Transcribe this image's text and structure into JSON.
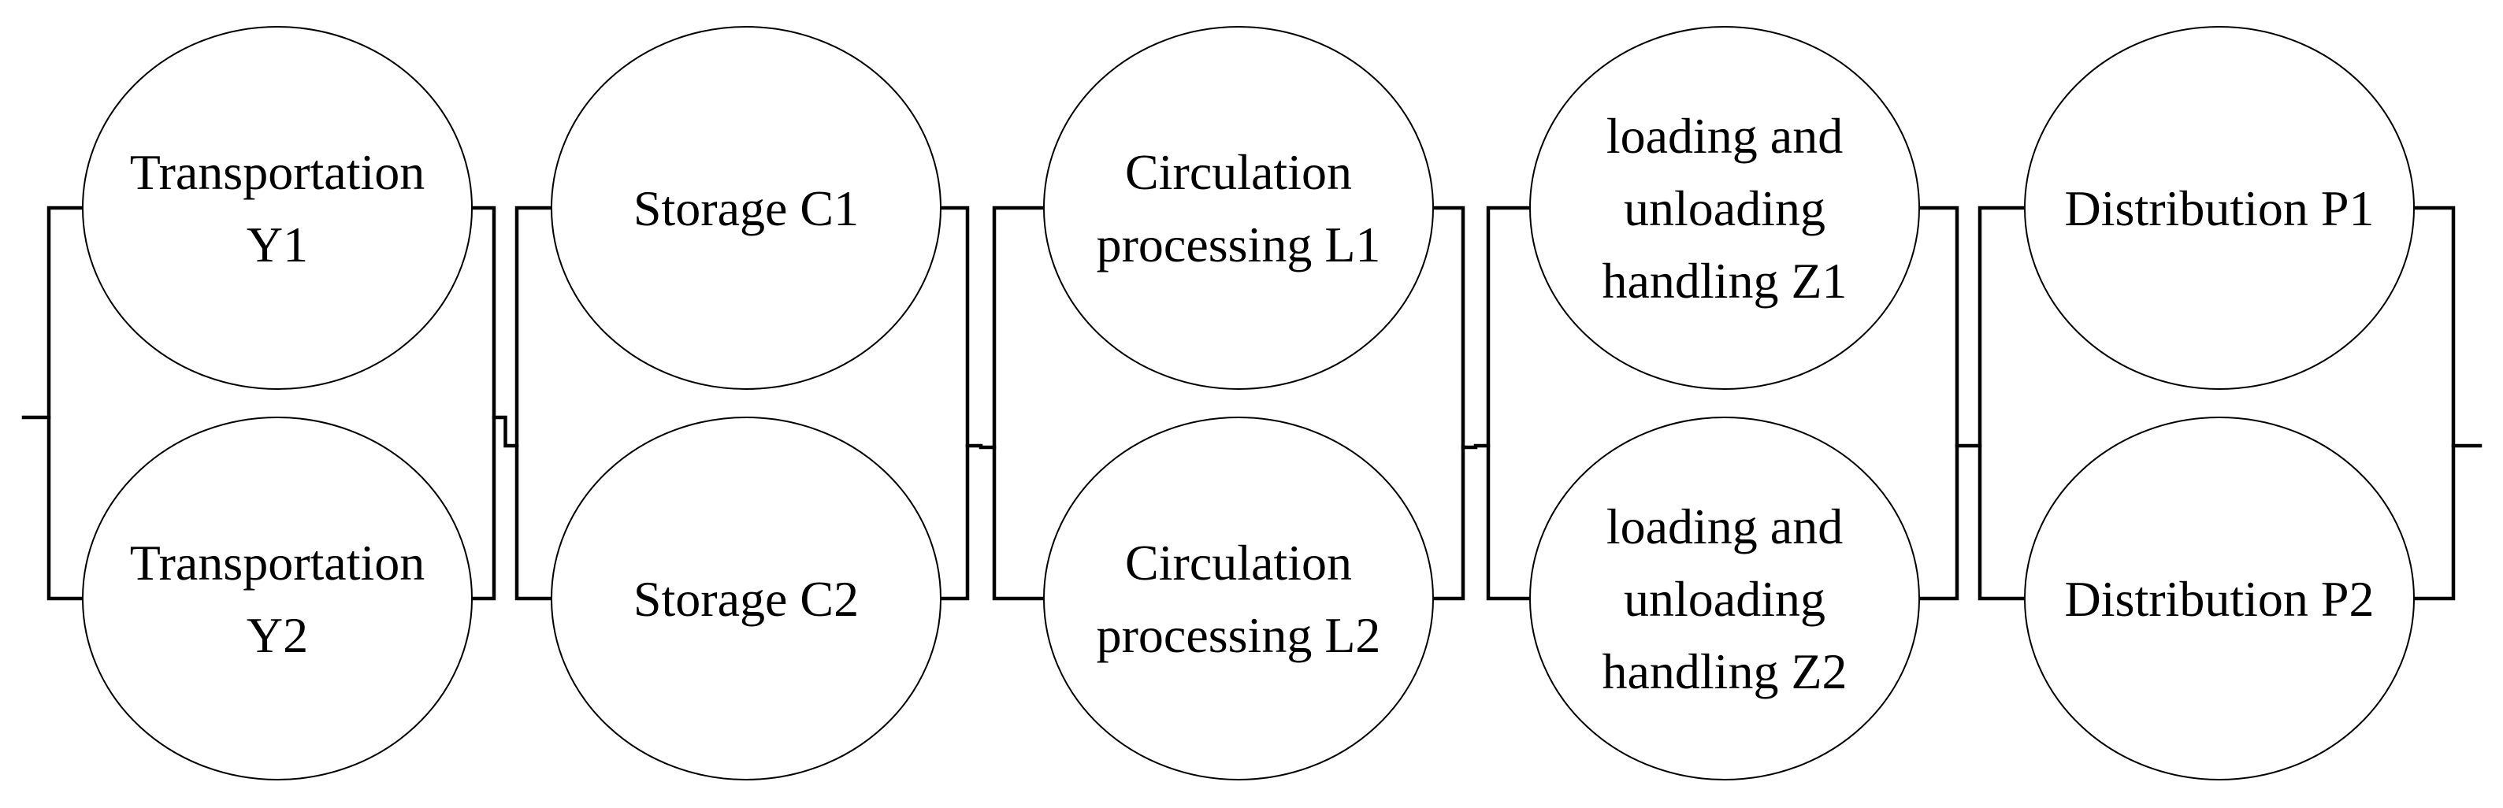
{
  "diagram": {
    "type": "series-parallel block diagram",
    "stages": [
      {
        "nodes": [
          {
            "lines": [
              "Transportation",
              "Y1"
            ]
          },
          {
            "lines": [
              "Transportation",
              "Y2"
            ]
          }
        ]
      },
      {
        "nodes": [
          {
            "lines": [
              "Storage C1"
            ]
          },
          {
            "lines": [
              "Storage C2"
            ]
          }
        ]
      },
      {
        "nodes": [
          {
            "lines": [
              "Circulation",
              "processing L1"
            ]
          },
          {
            "lines": [
              "Circulation",
              "processing L2"
            ]
          }
        ]
      },
      {
        "nodes": [
          {
            "lines": [
              "loading and",
              "unloading",
              "handling Z1"
            ]
          },
          {
            "lines": [
              "loading and",
              "unloading",
              "handling Z2"
            ]
          }
        ]
      },
      {
        "nodes": [
          {
            "lines": [
              "Distribution P1"
            ]
          },
          {
            "lines": [
              "Distribution P2"
            ]
          }
        ]
      }
    ]
  }
}
